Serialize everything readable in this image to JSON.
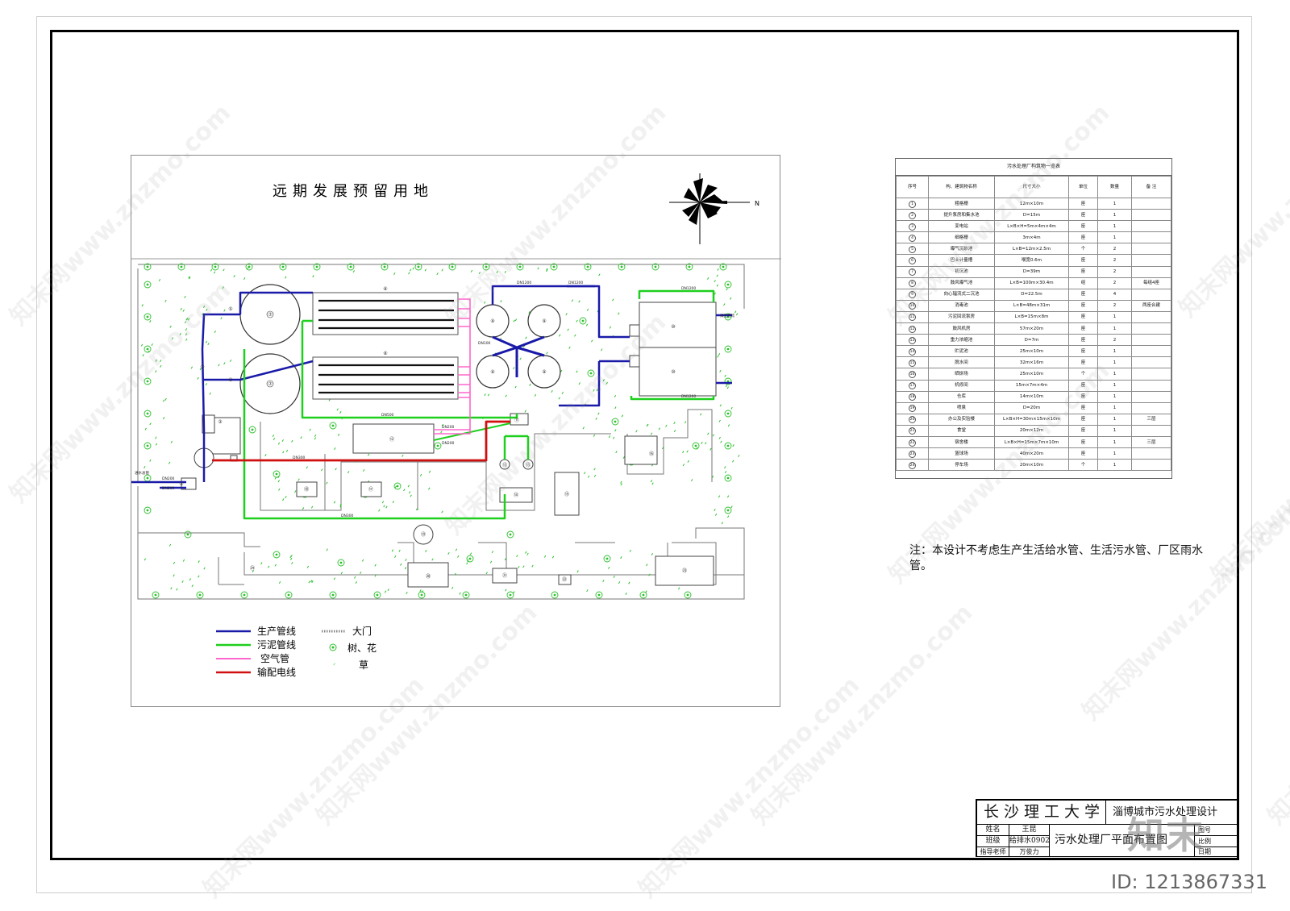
{
  "plan": {
    "reserved_land_title": "远期发展预留用地",
    "north_label": "N",
    "inflow_label": "进水总管",
    "outflow_label": "排至河流",
    "pipe_labels": [
      "DN200",
      "DN1200",
      "DN1200",
      "DN1200",
      "DN1200",
      "DN500",
      "DN200",
      "DN300",
      "DN200",
      "DN300",
      "DN200",
      "DN100"
    ],
    "legend": {
      "production_pipe": "生产管线",
      "sludge_pipe": "污泥管线",
      "air_pipe": "空气管",
      "power_line": "输配电线",
      "gate": "大门",
      "trees": "树、花",
      "grass": "草"
    },
    "colors": {
      "production": "#1a1aa8",
      "sludge": "#1ecf1e",
      "air": "#ff66cc",
      "power": "#d01010",
      "vegetation": "#2cc02c"
    }
  },
  "building_table": {
    "title": "污水处理厂构筑物一览表",
    "headers": [
      "序号",
      "构、建筑物名称",
      "尺寸大小",
      "单位",
      "数量",
      "备 注"
    ],
    "rows": [
      [
        "1",
        "粗格栅",
        "12m×10m",
        "座",
        "1",
        ""
      ],
      [
        "2",
        "提升泵房和集水池",
        "D=15m",
        "座",
        "1",
        ""
      ],
      [
        "3",
        "变电站",
        "L×B×H=5m×4m×4m",
        "座",
        "1",
        ""
      ],
      [
        "4",
        "细格栅",
        "3m×4m",
        "座",
        "1",
        ""
      ],
      [
        "5",
        "曝气沉砂池",
        "L×B=12m×2.5m",
        "个",
        "2",
        ""
      ],
      [
        "6",
        "巴士计量槽",
        "喉宽0.6m",
        "座",
        "2",
        ""
      ],
      [
        "7",
        "初沉池",
        "D=39m",
        "座",
        "2",
        ""
      ],
      [
        "8",
        "鼓风曝气池",
        "L×B=100m×30.4m",
        "组",
        "2",
        "每组4座"
      ],
      [
        "9",
        "向心辐流式二沉池",
        "D=22.5m",
        "座",
        "4",
        ""
      ],
      [
        "10",
        "消毒池",
        "L×B=48m×31m",
        "座",
        "2",
        "两座合建"
      ],
      [
        "11",
        "污泥回流泵房",
        "L×B=15m×8m",
        "座",
        "1",
        ""
      ],
      [
        "12",
        "鼓风机房",
        "57m×20m",
        "座",
        "1",
        ""
      ],
      [
        "13",
        "重力浓缩池",
        "D=7m",
        "座",
        "2",
        ""
      ],
      [
        "14",
        "贮泥池",
        "25m×10m",
        "座",
        "1",
        ""
      ],
      [
        "15",
        "脱水间",
        "32m×16m",
        "座",
        "1",
        ""
      ],
      [
        "16",
        "晒饼场",
        "25m×10m",
        "个",
        "1",
        ""
      ],
      [
        "17",
        "机修间",
        "15m×7m×4m",
        "座",
        "1",
        ""
      ],
      [
        "18",
        "仓库",
        "14m×10m",
        "座",
        "1",
        ""
      ],
      [
        "19",
        "喷泉",
        "D=20m",
        "座",
        "1",
        ""
      ],
      [
        "20",
        "办公及实验楼",
        "L×B×H=30m×15m×10m",
        "座",
        "1",
        "三层"
      ],
      [
        "21",
        "食堂",
        "20m×12m",
        "座",
        "1",
        ""
      ],
      [
        "22",
        "宿舍楼",
        "L×B×H=15m×7m×10m",
        "座",
        "1",
        "三层"
      ],
      [
        "23",
        "篮球场",
        "40m×20m",
        "座",
        "1",
        ""
      ],
      [
        "24",
        "停车场",
        "20m×10m",
        "个",
        "1",
        ""
      ]
    ]
  },
  "note": "注：本设计不考虑生产生活给水管、生活污水管、厂区雨水管。",
  "title_block": {
    "university": "长沙理工大学",
    "project": "淄博城市污水处理设计",
    "name_label": "姓名",
    "name_value": "王昆",
    "class_label": "班级",
    "class_value": "给排水0902",
    "teacher_label": "指导老师",
    "teacher_value": "万俊力",
    "drawing_title": "污水处理厂平面布置图",
    "drawing_no_label": "图号",
    "scale_label": "比例",
    "date_label": "日期"
  },
  "watermark": {
    "text": "知末网www.znzmo.com",
    "logo": "知末",
    "id": "ID: 1213867331"
  }
}
